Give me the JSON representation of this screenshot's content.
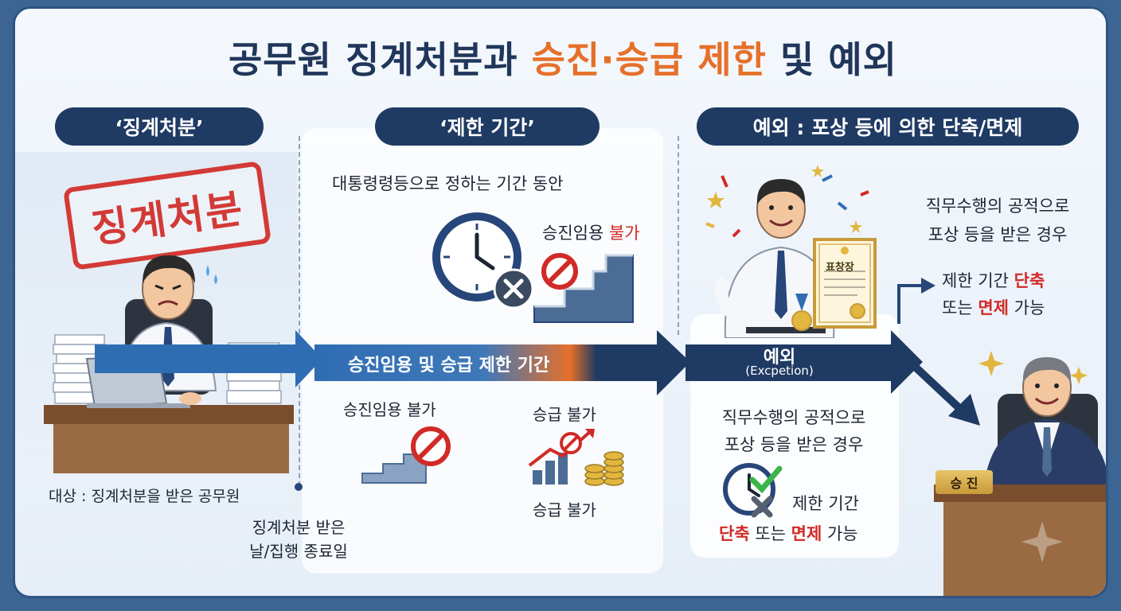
{
  "title": {
    "part1": "공무원 징계처분과 ",
    "accent": "승진·승급 제한",
    "part2": " 및 예외"
  },
  "sections": {
    "discipline": {
      "header": "‘징계처분’",
      "stamp": "징계처분",
      "target": "대상 : 징계처분을 받은 공무원",
      "start_line1": "징계처분 받은",
      "start_line2": "날/집행 종료일"
    },
    "period": {
      "header": "‘제한 기간’",
      "subtitle": "대통령령등으로 정하는 기간 동안",
      "promo_label": "승진임용 ",
      "promo_red": "불가",
      "band": "승진임용 및 승급 제한 기간",
      "lower_promo": "승진임용 불가",
      "lower_raise_top": "승급 불가",
      "lower_raise_bottom": "승급 불가"
    },
    "exception": {
      "header": "예외 : 포상 등에 의한 단축/면제",
      "band_title": "예외",
      "band_sub": "(Excpetion)",
      "certificate": "표창장",
      "merit_line1": "직무수행의 공적으로",
      "merit_line2": "포상 등을 받은 경우",
      "reduce_line1": "제한 기간",
      "reduce_red1": "단축",
      "reduce_mid": " 또는 ",
      "reduce_red2": "면제",
      "reduce_end": " 가능",
      "right_merit_line1": "직무수행의 공적으로",
      "right_merit_line2": "포상 등을 받은 경우",
      "right_reduce_prefix": "제한 기간 ",
      "right_reduce_red1": "단축",
      "right_reduce_line2_pre": "또는 ",
      "right_reduce_red2": "면제",
      "right_reduce_end": " 가능",
      "desk_badge": "승 진"
    }
  },
  "colors": {
    "navy": "#1f3a63",
    "orange": "#e6702a",
    "red": "#d12a27",
    "blue": "#2f6db3"
  }
}
